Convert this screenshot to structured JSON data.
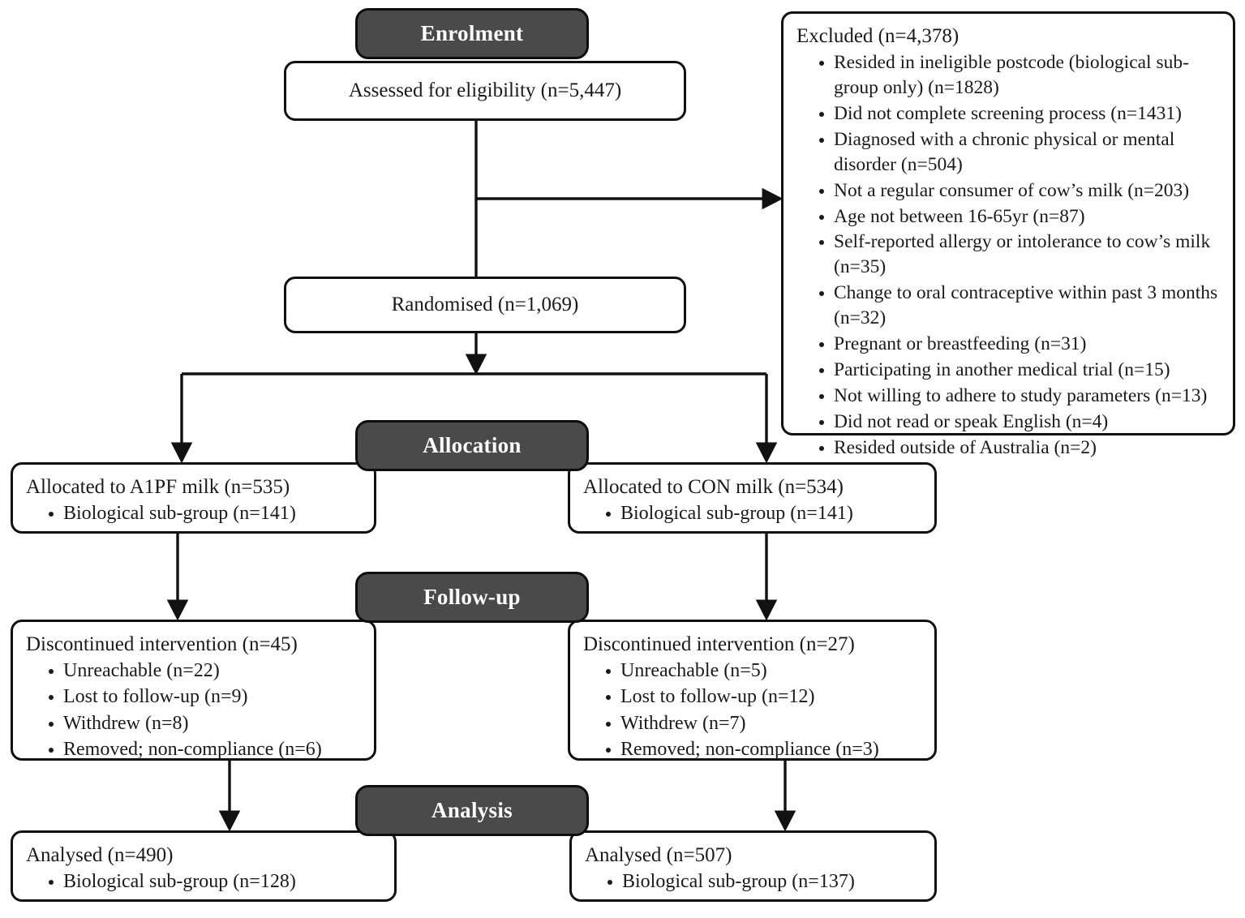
{
  "diagram": {
    "type": "consort-flow-diagram",
    "stages": [
      {
        "id": "enrolment",
        "label": "Enrolment"
      },
      {
        "id": "allocation",
        "label": "Allocation"
      },
      {
        "id": "followup",
        "label": "Follow-up"
      },
      {
        "id": "analysis",
        "label": "Analysis"
      }
    ],
    "colors": {
      "banner_fill": "#4a4a4a",
      "banner_text": "#ffffff",
      "box_fill": "#ffffff",
      "box_border": "#111111",
      "text": "#1a1a1a"
    }
  },
  "enrolment": {
    "assessed": {
      "title": "Assessed for eligibility (n=5,447)"
    },
    "randomised": {
      "title": "Randomised (n=1,069)"
    },
    "excluded": {
      "title": "Excluded (n=4,378)",
      "reasons": [
        "Resided in ineligible postcode (biological sub-group only) (n=1828)",
        "Did not complete screening process (n=1431)",
        "Diagnosed with a chronic physical or mental disorder (n=504)",
        "Not a regular consumer of cow’s milk (n=203)",
        "Age not between 16-65yr (n=87)",
        "Self-reported allergy or intolerance to cow’s milk (n=35)",
        "Change to oral contraceptive within past 3 months (n=32)",
        "Pregnant or breastfeeding (n=31)",
        "Participating in another medical trial (n=15)",
        "Not willing to adhere to study parameters (n=13)",
        "Did not read or speak English (n=4)",
        "Resided outside of Australia (n=2)"
      ]
    }
  },
  "allocation": {
    "left": {
      "title": "Allocated to A1PF milk (n=535)",
      "items": [
        "Biological sub-group (n=141)"
      ]
    },
    "right": {
      "title": "Allocated to CON milk (n=534)",
      "items": [
        "Biological sub-group (n=141)"
      ]
    }
  },
  "followup": {
    "left": {
      "title": "Discontinued intervention (n=45)",
      "items": [
        "Unreachable (n=22)",
        "Lost to follow-up (n=9)",
        "Withdrew (n=8)",
        "Removed; non-compliance (n=6)"
      ]
    },
    "right": {
      "title": "Discontinued intervention (n=27)",
      "items": [
        "Unreachable (n=5)",
        "Lost to follow-up (n=12)",
        "Withdrew (n=7)",
        "Removed; non-compliance (n=3)"
      ]
    }
  },
  "analysis": {
    "left": {
      "title": "Analysed (n=490)",
      "items": [
        "Biological sub-group (n=128)"
      ]
    },
    "right": {
      "title": "Analysed (n=507)",
      "items": [
        "Biological sub-group (n=137)"
      ]
    }
  }
}
